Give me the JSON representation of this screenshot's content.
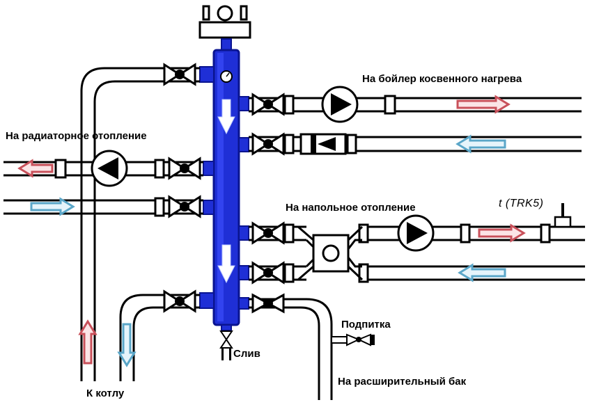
{
  "labels": {
    "boiler_indirect": "На бойлер косвенного нагрева",
    "radiator_heating": "На радиаторное отопление",
    "floor_heating": "На напольное отопление",
    "sensor": "t (TRK5)",
    "makeup": "Подпитка",
    "drain": "Слив",
    "to_boiler": "К котлу",
    "expansion_tank": "На расширительный бак"
  },
  "colors": {
    "collector": "#1f2fd6",
    "collector_dark": "#0a1490",
    "hot_arrow": "#c8505a",
    "hot_arrow_fill": "#fbe4e6",
    "cold_arrow": "#5aa6c8",
    "cold_arrow_fill": "#e6f4fb",
    "line": "#000000"
  },
  "icons": [
    "pump-icon",
    "valve-icon",
    "check-valve-icon",
    "mixing-valve-icon",
    "pressure-gauge-icon",
    "air-vent-icon",
    "temperature-sensor-icon"
  ]
}
